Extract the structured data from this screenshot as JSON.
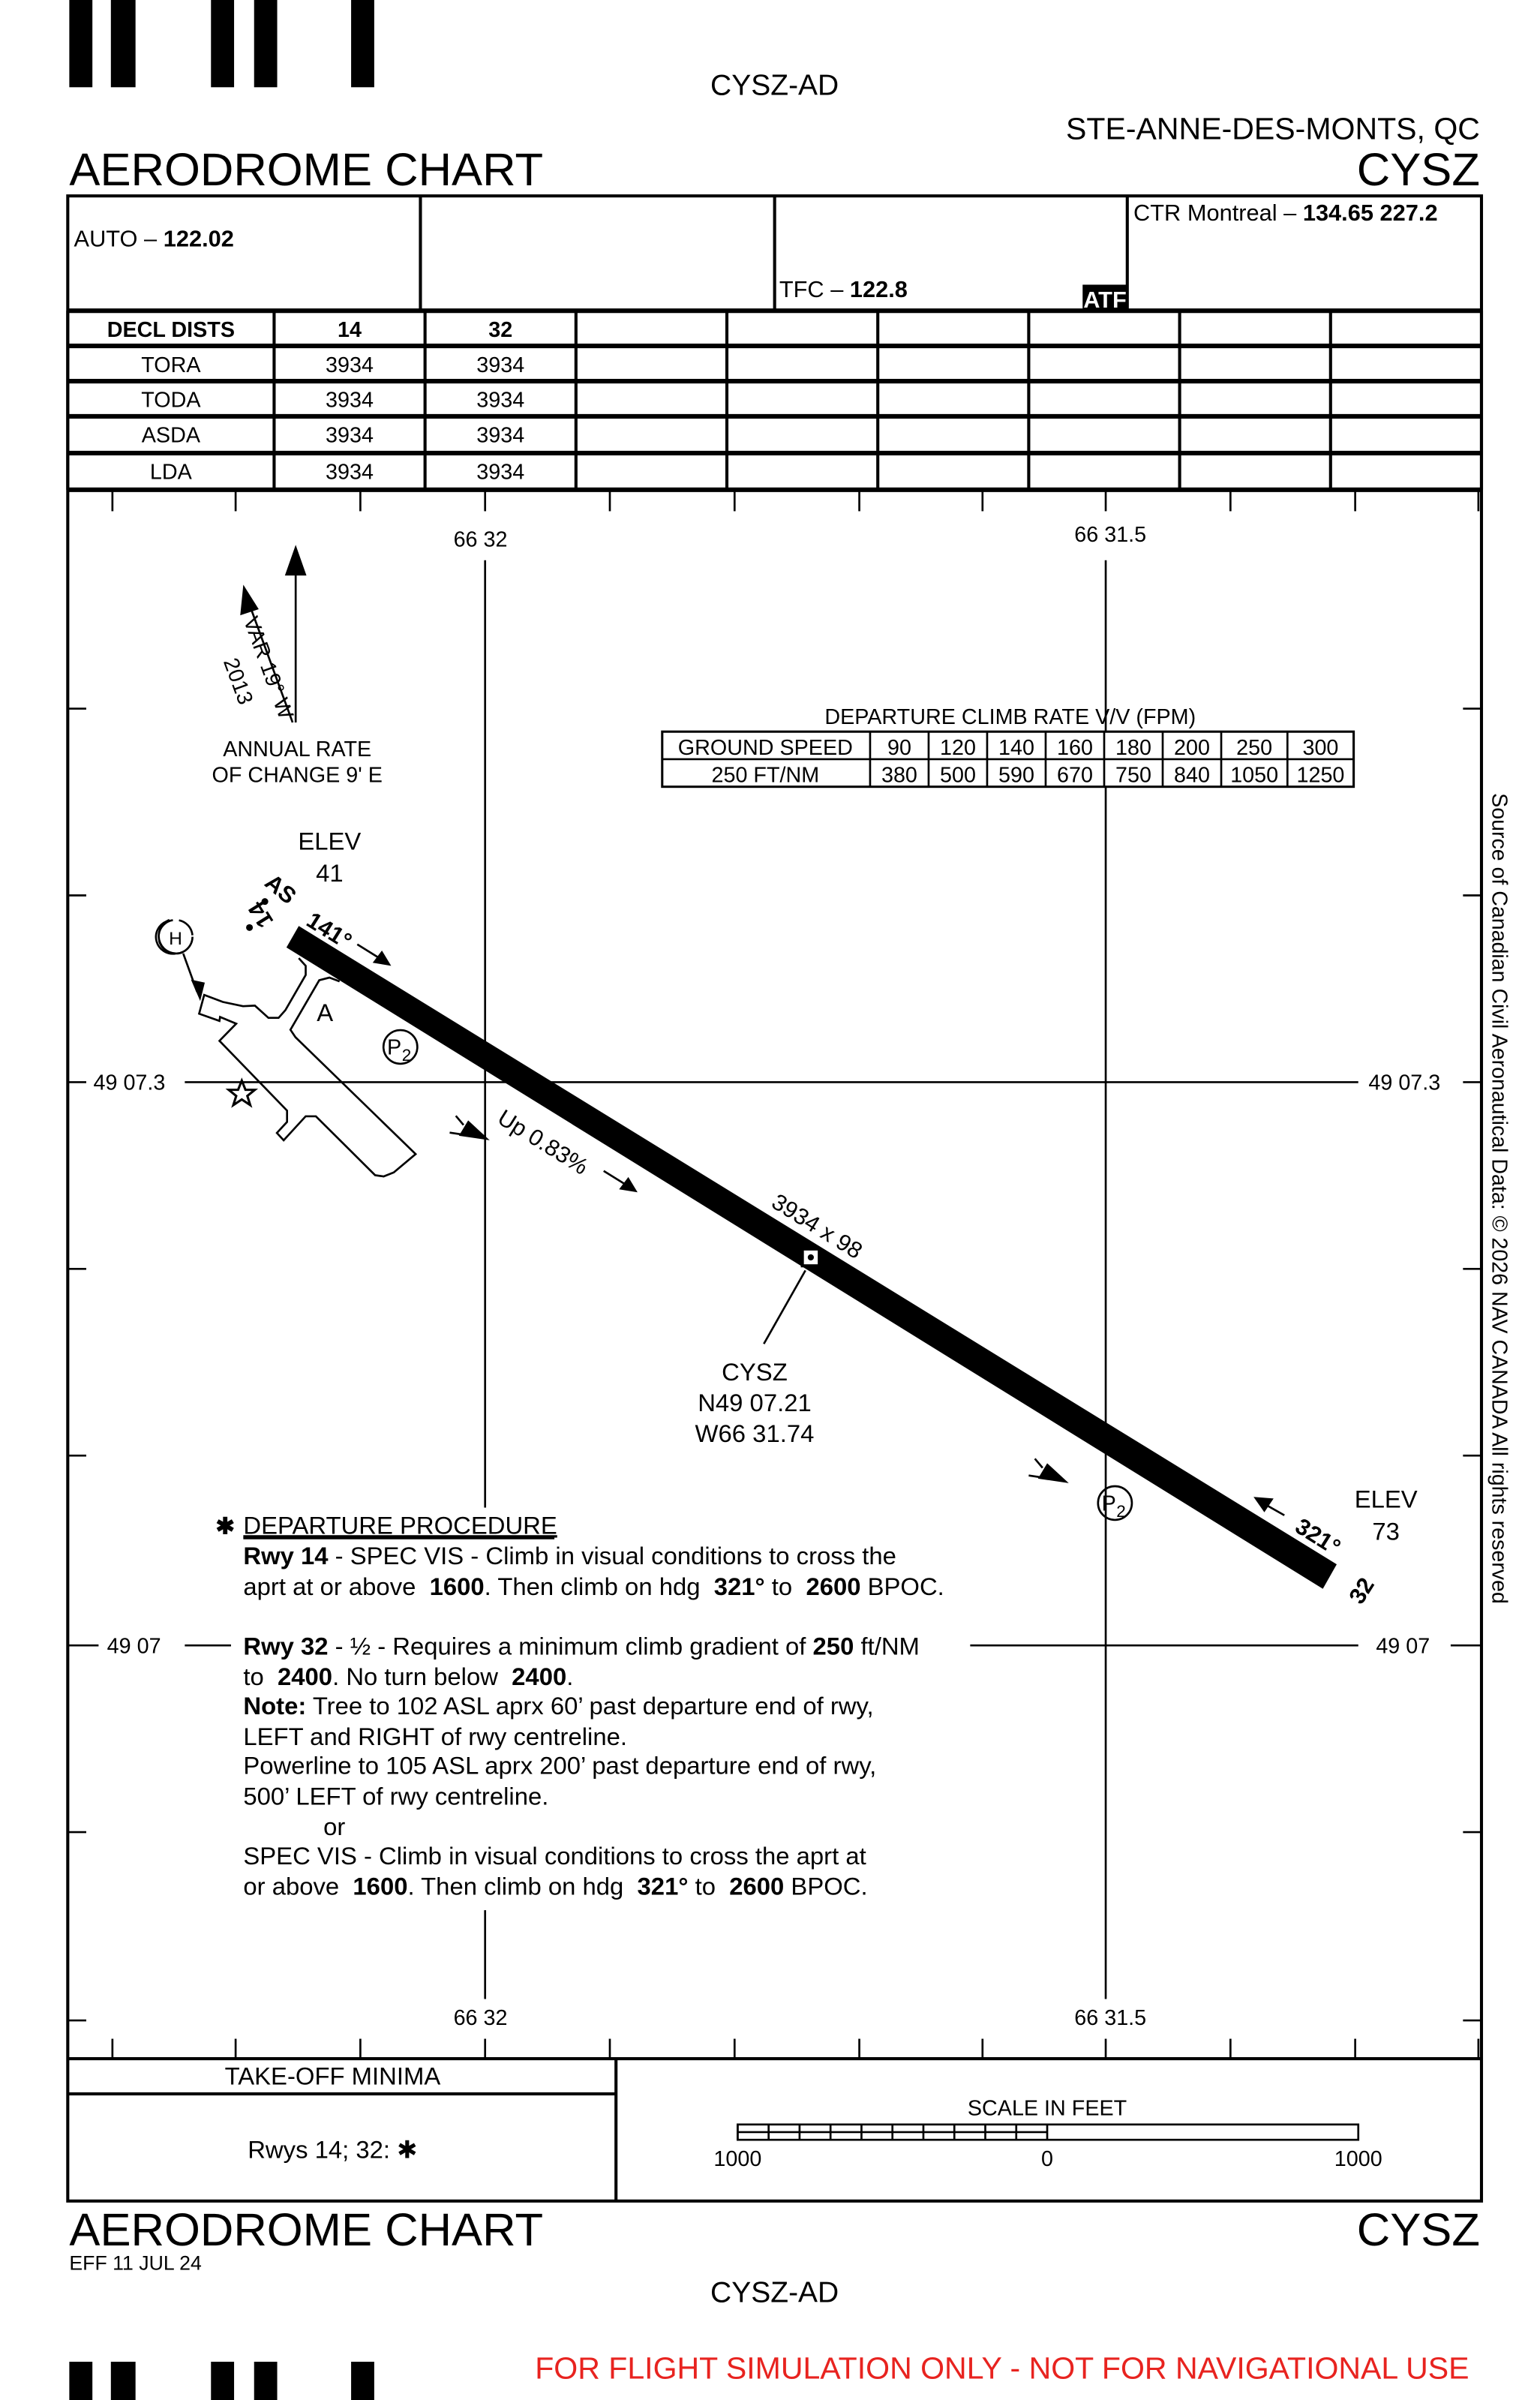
{
  "header": {
    "doc_id": "CYSZ-AD",
    "location": "STE-ANNE-DES-MONTS, QC",
    "ident": "CYSZ",
    "title": "AERODROME CHART"
  },
  "frequencies": {
    "auto_label": "AUTO – ",
    "auto_freq": "122.02",
    "tfc_label": "TFC – ",
    "tfc_freq": "122.8",
    "atf_badge": "ATF",
    "ctr_label": "CTR Montreal – ",
    "ctr_freq": "134.65  227.2"
  },
  "decl_dists": {
    "headers": [
      "DECL DISTS",
      "14",
      "32"
    ],
    "rows": [
      [
        "TORA",
        "3934",
        "3934"
      ],
      [
        "TODA",
        "3934",
        "3934"
      ],
      [
        "ASDA",
        "3934",
        "3934"
      ],
      [
        "LDA",
        "3934",
        "3934"
      ]
    ]
  },
  "grid": {
    "meridian_west": "66 32",
    "meridian_east": "66 31.5",
    "parallel_north": "49 07.3",
    "parallel_south": "49 07"
  },
  "magnetic": {
    "variation": "VAR 19° W",
    "year": "2013",
    "annual_rate_line1": "ANNUAL RATE",
    "annual_rate_line2": "OF CHANGE 9' E"
  },
  "climb_table": {
    "title": "DEPARTURE CLIMB RATE V/V (FPM)",
    "row_labels": [
      "GROUND SPEED",
      "250 FT/NM"
    ],
    "ground_speeds": [
      "90",
      "120",
      "140",
      "160",
      "180",
      "200",
      "250",
      "300"
    ],
    "rates": [
      "380",
      "500",
      "590",
      "670",
      "750",
      "840",
      "1050",
      "1250"
    ]
  },
  "runway": {
    "elev_label": "ELEV",
    "elev_14": "41",
    "elev_32": "73",
    "rwy_14": "14",
    "rwy_32": "32",
    "hdg_14": "141°",
    "hdg_32": "321°",
    "surface": "AS",
    "dimensions": "3934 x 98",
    "slope": "Up 0.83%",
    "taxiway": "A",
    "heliport": "H",
    "parking_1": "P",
    "parking_1_sub": "2",
    "parking_2": "P",
    "parking_2_sub": "2"
  },
  "arp": {
    "ident": "CYSZ",
    "lat": "N49 07.21",
    "lon": "W66 31.74"
  },
  "departure_procedure": {
    "title": "DEPARTURE PROCEDURE",
    "marker": "✱",
    "lines": [
      [
        {
          "t": "Rwy 14",
          "b": true
        },
        {
          "t": " - SPEC VIS - Climb in visual conditions to cross the"
        }
      ],
      [
        {
          "t": "aprt at or above  "
        },
        {
          "t": "1600",
          "b": true
        },
        {
          "t": ". Then climb on hdg  "
        },
        {
          "t": "321°",
          "b": true
        },
        {
          "t": " to  "
        },
        {
          "t": "2600",
          "b": true
        },
        {
          "t": " BPOC."
        }
      ],
      [
        {
          "t": "Rwy 32",
          "b": true
        },
        {
          "t": " - ½ - Requires a minimum climb gradient of "
        },
        {
          "t": "250",
          "b": true
        },
        {
          "t": " ft/NM"
        }
      ],
      [
        {
          "t": "to  "
        },
        {
          "t": "2400",
          "b": true
        },
        {
          "t": ". No turn below  "
        },
        {
          "t": "2400",
          "b": true
        },
        {
          "t": "."
        }
      ],
      [
        {
          "t": "Note:",
          "b": true
        },
        {
          "t": " Tree to 102 ASL aprx 60’ past departure end of rwy,"
        }
      ],
      [
        {
          "t": "LEFT and RIGHT of rwy centreline."
        }
      ],
      [
        {
          "t": "Powerline to 105 ASL aprx 200’ past departure end of rwy,"
        }
      ],
      [
        {
          "t": "500’ LEFT of rwy centreline."
        }
      ],
      [
        {
          "t": "or"
        }
      ],
      [
        {
          "t": "SPEC VIS - Climb in visual conditions to cross the aprt at"
        }
      ],
      [
        {
          "t": "or above  "
        },
        {
          "t": "1600",
          "b": true
        },
        {
          "t": ". Then climb on hdg  "
        },
        {
          "t": "321°",
          "b": true
        },
        {
          "t": " to  "
        },
        {
          "t": "2600",
          "b": true
        },
        {
          "t": " BPOC."
        }
      ]
    ]
  },
  "takeoff_minima": {
    "title": "TAKE-OFF MINIMA",
    "value": "Rwys 14; 32: ✱"
  },
  "scale": {
    "title": "SCALE IN FEET",
    "labels": [
      "1000",
      "0",
      "1000"
    ]
  },
  "footer": {
    "title": "AERODROME CHART",
    "effective": "EFF 11 JUL 24",
    "ident": "CYSZ",
    "doc_id": "CYSZ-AD",
    "disclaimer": "FOR FLIGHT SIMULATION ONLY - NOT FOR NAVIGATIONAL USE",
    "source": "Source of Canadian Civil Aeronautical Data: © 2026 NAV CANADA All rights reserved"
  },
  "colors": {
    "ink": "#000000",
    "disclaimer": "#e8231f"
  }
}
